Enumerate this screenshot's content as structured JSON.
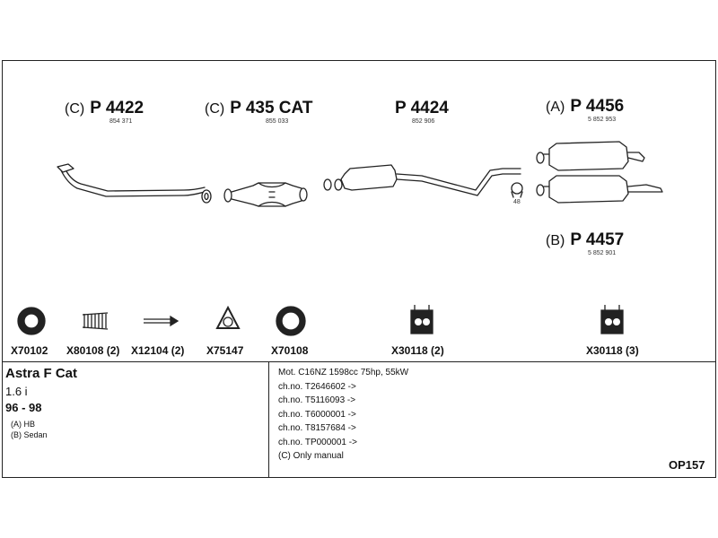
{
  "parts": [
    {
      "prefix": "(C)",
      "number": "P 4422",
      "oe": "854 371"
    },
    {
      "prefix": "(C)",
      "number": "P 435 CAT",
      "oe": "855 033"
    },
    {
      "prefix": "",
      "number": "P 4424",
      "oe": "852 906"
    },
    {
      "prefix": "(A)",
      "number": "P 4456",
      "oe": "5 852 953"
    },
    {
      "prefix": "(B)",
      "number": "P 4457",
      "oe": "5 852 901"
    }
  ],
  "hanger_number": "48",
  "accessories": [
    {
      "label": "X70102",
      "icon": "gasket-ring-icon"
    },
    {
      "label": "X80108 (2)",
      "icon": "spring-icon"
    },
    {
      "label": "X12104 (2)",
      "icon": "bolt-icon"
    },
    {
      "label": "X75147",
      "icon": "triangular-gasket-icon"
    },
    {
      "label": "X70108",
      "icon": "gasket-ring-icon"
    },
    {
      "label": "X30118 (2)",
      "icon": "rubber-hanger-icon"
    },
    {
      "label": "X30118 (3)",
      "icon": "rubber-hanger-icon"
    }
  ],
  "vehicle": {
    "model": "Astra F Cat",
    "engine": "1.6 i",
    "years": "96 - 98",
    "variant_a": "(A) HB",
    "variant_b": "(B) Sedan"
  },
  "notes": [
    "Mot. C16NZ 1598cc 75hp, 55kW",
    "ch.no. T2646602 ->",
    "ch.no. T5116093 ->",
    "ch.no. T6000001 ->",
    "ch.no. T8157684 ->",
    "ch.no. TP000001 ->",
    "(C) Only manual"
  ],
  "code": "OP157"
}
